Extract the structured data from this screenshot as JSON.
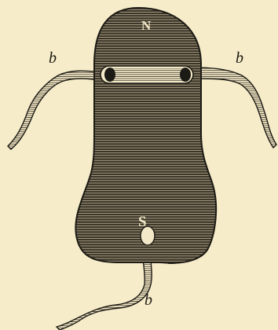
{
  "labels": {
    "north": "N",
    "south": "S",
    "band_left": "b",
    "band_right": "b",
    "band_bottom": "b"
  },
  "colors": {
    "paper": "#f6ecc9",
    "ink": "#1c1a14"
  }
}
